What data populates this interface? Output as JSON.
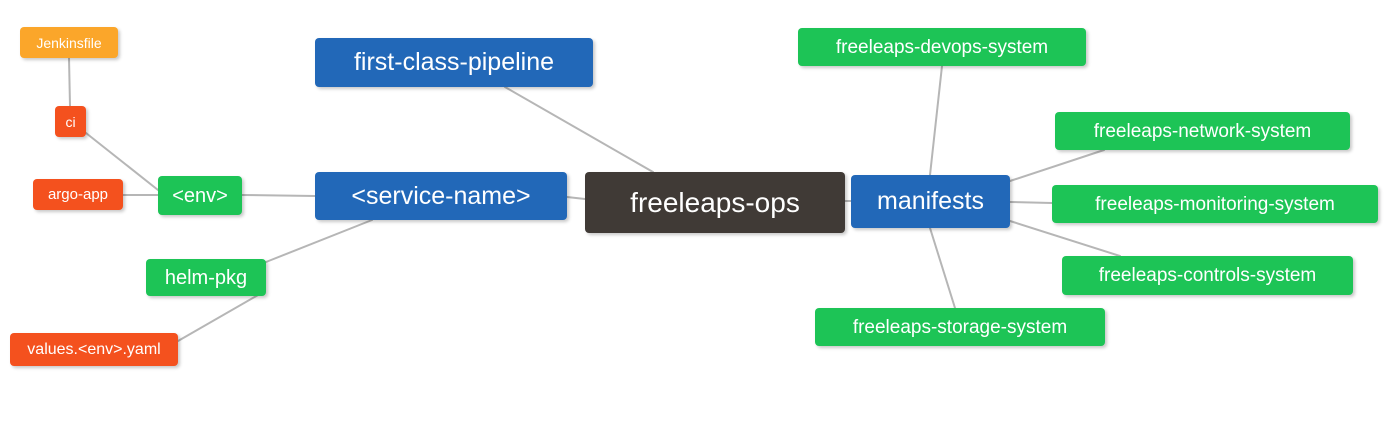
{
  "diagram": {
    "type": "mindmap",
    "title": "freeleaps-ops",
    "background": "#ffffff",
    "edge_color": "#b6b6b6",
    "palette": {
      "root": "#403a36",
      "blue": "#2268b8",
      "green": "#1dc456",
      "orange": "#fba62a",
      "red": "#f4511e",
      "text": "#ffffff"
    }
  },
  "nodes": {
    "root": {
      "label": "freeleaps-ops",
      "color": "#403a36"
    },
    "first_class_pipeline": {
      "label": "first-class-pipeline",
      "color": "#2268b8"
    },
    "service_name": {
      "label": "<service-name>",
      "color": "#2268b8"
    },
    "manifests": {
      "label": "manifests",
      "color": "#2268b8"
    },
    "env": {
      "label": "<env>",
      "color": "#1dc456"
    },
    "helm_pkg": {
      "label": "helm-pkg",
      "color": "#1dc456"
    },
    "jenkinsfile": {
      "label": "Jenkinsfile",
      "color": "#fba62a"
    },
    "ci": {
      "label": "ci",
      "color": "#f4511e"
    },
    "argo_app": {
      "label": "argo-app",
      "color": "#f4511e"
    },
    "values_yaml": {
      "label": "values.<env>.yaml",
      "color": "#f4511e"
    },
    "devops_system": {
      "label": "freeleaps-devops-system",
      "color": "#1dc456"
    },
    "network_system": {
      "label": "freeleaps-network-system",
      "color": "#1dc456"
    },
    "monitoring_system": {
      "label": "freeleaps-monitoring-system",
      "color": "#1dc456"
    },
    "controls_system": {
      "label": "freeleaps-controls-system",
      "color": "#1dc456"
    },
    "storage_system": {
      "label": "freeleaps-storage-system",
      "color": "#1dc456"
    }
  },
  "edges": [
    {
      "from": "root",
      "to": "first_class_pipeline"
    },
    {
      "from": "root",
      "to": "service_name"
    },
    {
      "from": "root",
      "to": "manifests"
    },
    {
      "from": "service_name",
      "to": "env"
    },
    {
      "from": "service_name",
      "to": "helm_pkg"
    },
    {
      "from": "env",
      "to": "ci"
    },
    {
      "from": "env",
      "to": "argo_app"
    },
    {
      "from": "ci",
      "to": "jenkinsfile"
    },
    {
      "from": "helm_pkg",
      "to": "values_yaml"
    },
    {
      "from": "manifests",
      "to": "devops_system"
    },
    {
      "from": "manifests",
      "to": "network_system"
    },
    {
      "from": "manifests",
      "to": "monitoring_system"
    },
    {
      "from": "manifests",
      "to": "controls_system"
    },
    {
      "from": "manifests",
      "to": "storage_system"
    }
  ]
}
